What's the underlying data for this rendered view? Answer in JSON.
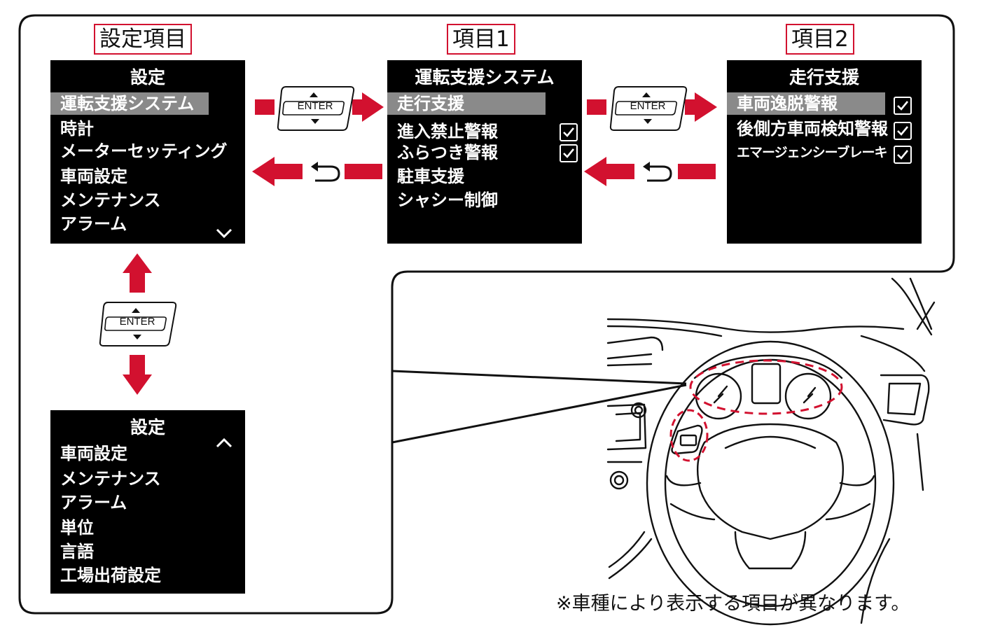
{
  "labels": {
    "settings_items": "設定項目",
    "item1": "項目1",
    "item2": "項目2"
  },
  "screen_top_left": {
    "title": "設定",
    "items": [
      "運転支援システム",
      "時計",
      "メーターセッティング",
      "車両設定",
      "メンテナンス",
      "アラーム"
    ],
    "selected_index": 0
  },
  "screen_bottom_left": {
    "title": "設定",
    "items": [
      "車両設定",
      "メンテナンス",
      "アラーム",
      "単位",
      "言語",
      "工場出荷設定"
    ]
  },
  "screen_item1": {
    "title": "運転支援システム",
    "items": [
      "走行支援",
      "進入禁止警報",
      "ふらつき警報",
      "駐車支援",
      "シャシー制御"
    ],
    "checked": [
      false,
      true,
      true,
      false,
      false
    ],
    "selected_index": 0
  },
  "screen_item2": {
    "title": "走行支援",
    "items": [
      "車両逸脱警報",
      "後側方車両検知警報",
      "エマージェンシーブレーキ"
    ],
    "checked": [
      true,
      true,
      true
    ],
    "selected_index": 0
  },
  "enter_button": {
    "label": "ENTER"
  },
  "icons": {
    "back": "return-arrow-icon",
    "scroll_down": "chevron-down-icon",
    "scroll_up": "chevron-up-icon",
    "check": "checkbox-checked-icon"
  },
  "colors": {
    "accent_red": "#d2112f",
    "screen_bg": "#000000",
    "highlight": "#8a8a8a",
    "dashed_red": "#d2112f"
  },
  "footnote": "※車種により表示する項目が異なります。"
}
